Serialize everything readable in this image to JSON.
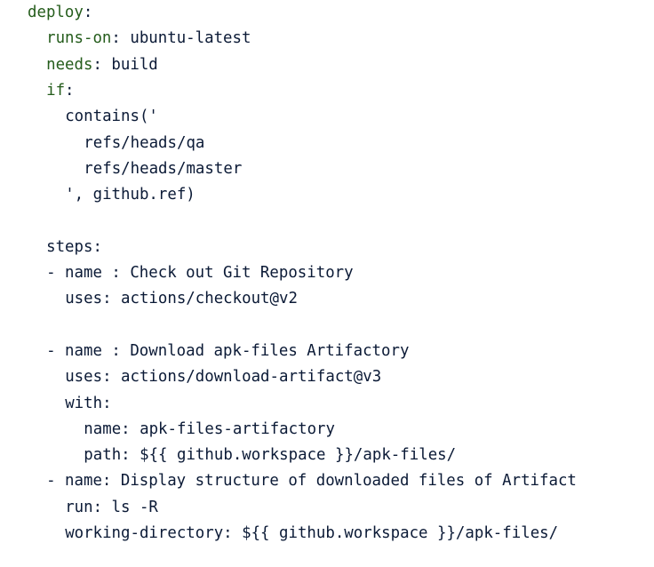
{
  "code": {
    "lines": [
      {
        "indent": 0,
        "key": "deploy",
        "sep": ":",
        "value": ""
      },
      {
        "indent": 2,
        "key": "runs-on",
        "sep": ":",
        "value": " ubuntu-latest"
      },
      {
        "indent": 2,
        "key": "needs",
        "sep": ":",
        "value": " build"
      },
      {
        "indent": 2,
        "key": "if",
        "sep": ":",
        "value": ""
      },
      {
        "indent": 4,
        "key": "",
        "sep": "",
        "value": "contains('"
      },
      {
        "indent": 6,
        "key": "",
        "sep": "",
        "value": "refs/heads/qa"
      },
      {
        "indent": 6,
        "key": "",
        "sep": "",
        "value": "refs/heads/master"
      },
      {
        "indent": 4,
        "key": "",
        "sep": "",
        "value": "', github.ref)"
      },
      {
        "indent": 0,
        "key": "",
        "sep": "",
        "value": ""
      },
      {
        "indent": 2,
        "key": "",
        "sep": "",
        "value": "steps:"
      },
      {
        "indent": 2,
        "key": "",
        "sep": "",
        "value": "- name : Check out Git Repository"
      },
      {
        "indent": 4,
        "key": "",
        "sep": "",
        "value": "uses: actions/checkout@v2"
      },
      {
        "indent": 0,
        "key": "",
        "sep": "",
        "value": ""
      },
      {
        "indent": 2,
        "key": "",
        "sep": "",
        "value": "- name : Download apk-files Artifactory"
      },
      {
        "indent": 4,
        "key": "",
        "sep": "",
        "value": "uses: actions/download-artifact@v3"
      },
      {
        "indent": 4,
        "key": "",
        "sep": "",
        "value": "with:"
      },
      {
        "indent": 6,
        "key": "",
        "sep": "",
        "value": "name: apk-files-artifactory"
      },
      {
        "indent": 6,
        "key": "",
        "sep": "",
        "value": "path: ${{ github.workspace }}/apk-files/"
      },
      {
        "indent": 2,
        "key": "",
        "sep": "",
        "value": "- name: Display structure of downloaded files of Artifact"
      },
      {
        "indent": 4,
        "key": "",
        "sep": "",
        "value": "run: ls -R"
      },
      {
        "indent": 4,
        "key": "",
        "sep": "",
        "value": "working-directory: ${{ github.workspace }}/apk-files/"
      }
    ]
  },
  "colors": {
    "key": "#245c1b",
    "text": "#0b1a36",
    "background": "#ffffff"
  }
}
